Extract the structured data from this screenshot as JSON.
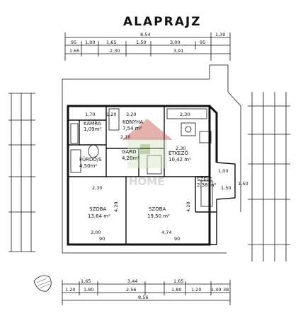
{
  "title": "ALAPRAJZ",
  "watermark": "HOME",
  "rooms": {
    "kamra": {
      "name": "KAMRA",
      "area": "1,09m²"
    },
    "konyha": {
      "name": "KONYHA",
      "area": "7,54 m²"
    },
    "furdo": {
      "name": "FÜRDŐ/S",
      "area": "4,50m²"
    },
    "gard": {
      "name": "GARD",
      "area": "4,20m²"
    },
    "etkezo": {
      "name": "ÉTKEZŐ",
      "area": "10,42 m²"
    },
    "szele": {
      "name": "SZÉLF.",
      "area": "2,38 m²"
    },
    "szoba1": {
      "name": "SZOBA",
      "area": "13,64 m²"
    },
    "szoba2": {
      "name": "SZOBA",
      "area": "19,50 m²"
    }
  },
  "top_dims": {
    "row1": [
      "8,54",
      "1,30"
    ],
    "row2": [
      "95",
      "1,00",
      "1,65",
      "1,50",
      "3,00",
      "95"
    ],
    "row3": [
      "1,65",
      "2,30",
      "3,91"
    ]
  },
  "bottom_dims": {
    "row1": [
      "1,65",
      "3,44",
      "1,65"
    ],
    "row2": [
      "1,20",
      "1,80",
      "2,56",
      "1,80",
      "1,20",
      "1,40",
      "38"
    ],
    "row3": [
      "8,56"
    ]
  },
  "interior_dims": [
    "1,70",
    "1,20",
    "3,20",
    "2,30",
    "2,30",
    "2,30",
    "4,20",
    "4,20",
    "3,00",
    "4,74",
    "1,50",
    "1,50",
    "1,00",
    "2,10",
    "90",
    "90"
  ]
}
